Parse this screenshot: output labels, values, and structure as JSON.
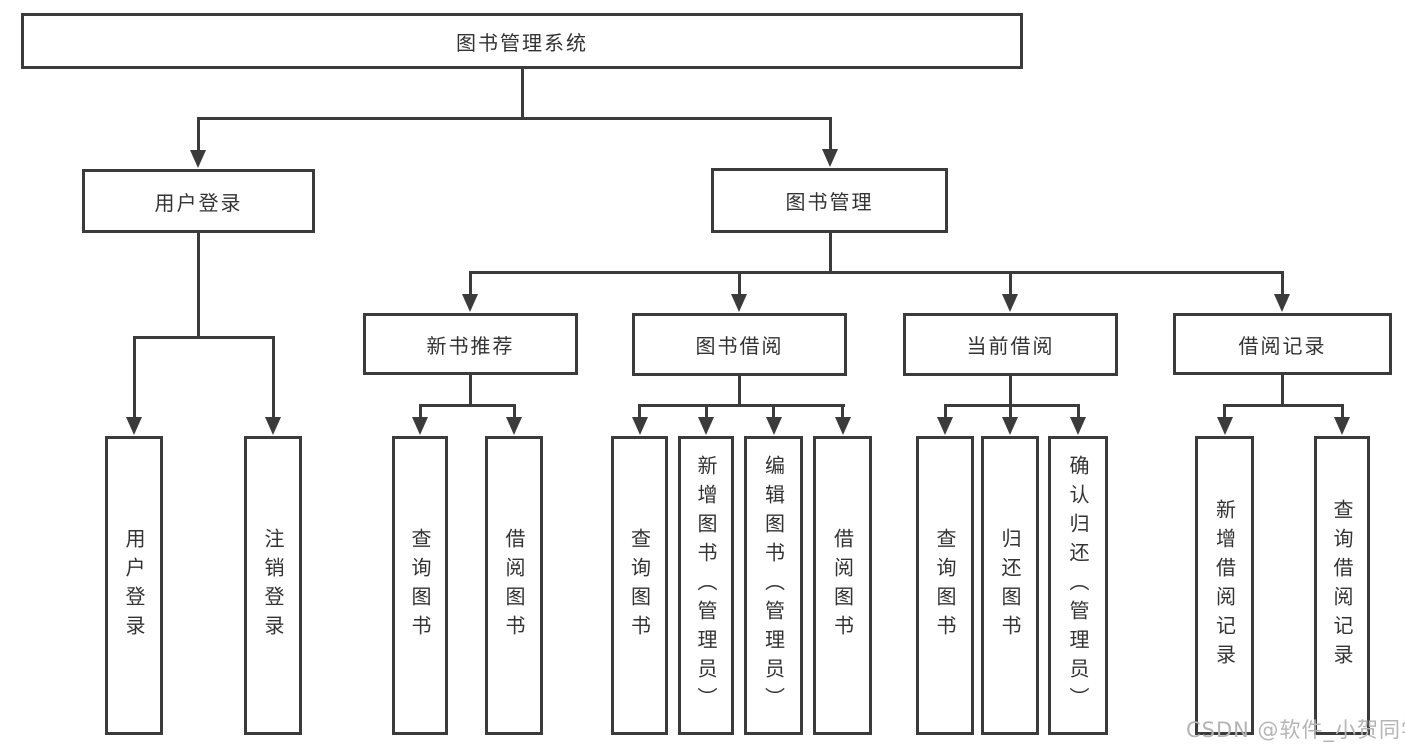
{
  "page": {
    "background": "#ffffff"
  },
  "colors": {
    "line": "#3b3b3b",
    "box_border": "#3b3b3b",
    "text": "#333333",
    "watermark": "#b5b5b5"
  },
  "watermark": {
    "text": "CSDN @软件_小贺同学"
  },
  "tree": {
    "root": {
      "label": "图书管理系统"
    },
    "branches": [
      {
        "label": "用户登录",
        "children": [
          {
            "label": "用户登录"
          },
          {
            "label": "注销登录"
          }
        ]
      },
      {
        "label": "图书管理",
        "children": [
          {
            "label": "新书推荐",
            "children": [
              {
                "label": "查询图书"
              },
              {
                "label": "借阅图书"
              }
            ]
          },
          {
            "label": "图书借阅",
            "children": [
              {
                "label": "查询图书"
              },
              {
                "label": "新增图书（管理员）"
              },
              {
                "label": "编辑图书（管理员）"
              },
              {
                "label": "借阅图书"
              }
            ]
          },
          {
            "label": "当前借阅",
            "children": [
              {
                "label": "查询图书"
              },
              {
                "label": "归还图书"
              },
              {
                "label": "确认归还（管理员）"
              }
            ]
          },
          {
            "label": "借阅记录",
            "children": [
              {
                "label": "新增借阅记录"
              },
              {
                "label": "查询借阅记录"
              }
            ]
          }
        ]
      }
    ]
  }
}
